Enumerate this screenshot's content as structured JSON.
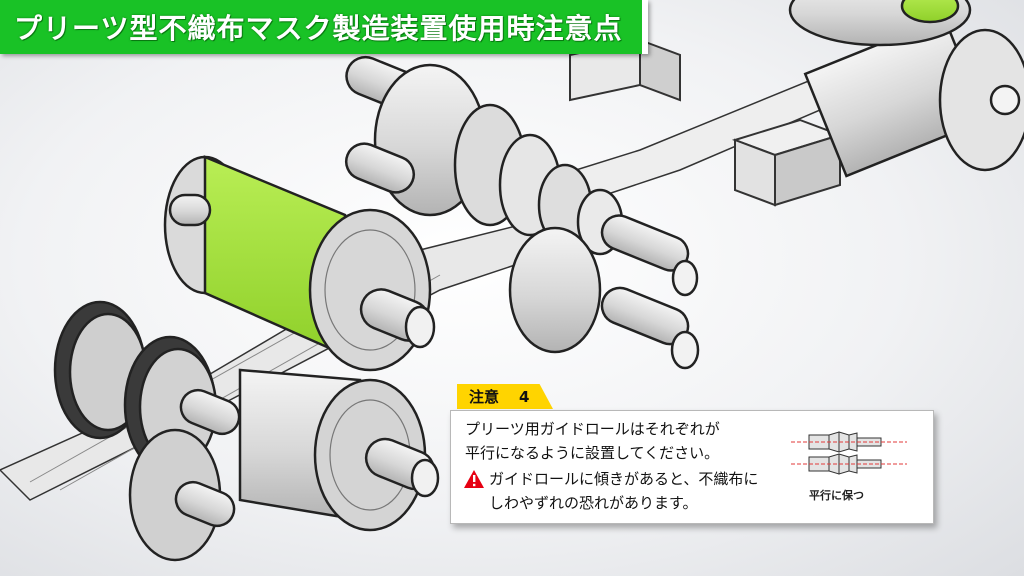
{
  "title": "プリーツ型不織布マスク製造装置使用時注意点",
  "note": {
    "tab_label": "注意",
    "tab_number": "4",
    "instruction_line1": "プリーツ用ガイドロールはそれぞれが",
    "instruction_line2": "平行になるように設置してください。",
    "warning_line1": "ガイドロールに傾きがあると、不織布に",
    "warning_line2": "しわやずれの恐れがあります。",
    "diagram_caption": "平行に保つ"
  },
  "icons": {
    "warning": "warning-triangle-icon"
  },
  "colors": {
    "banner": "#19c226",
    "accent_roller": "#a6e23c",
    "note_tab": "#ffd400",
    "warning_icon": "#e60012",
    "guide_line": "#e23a3a"
  }
}
